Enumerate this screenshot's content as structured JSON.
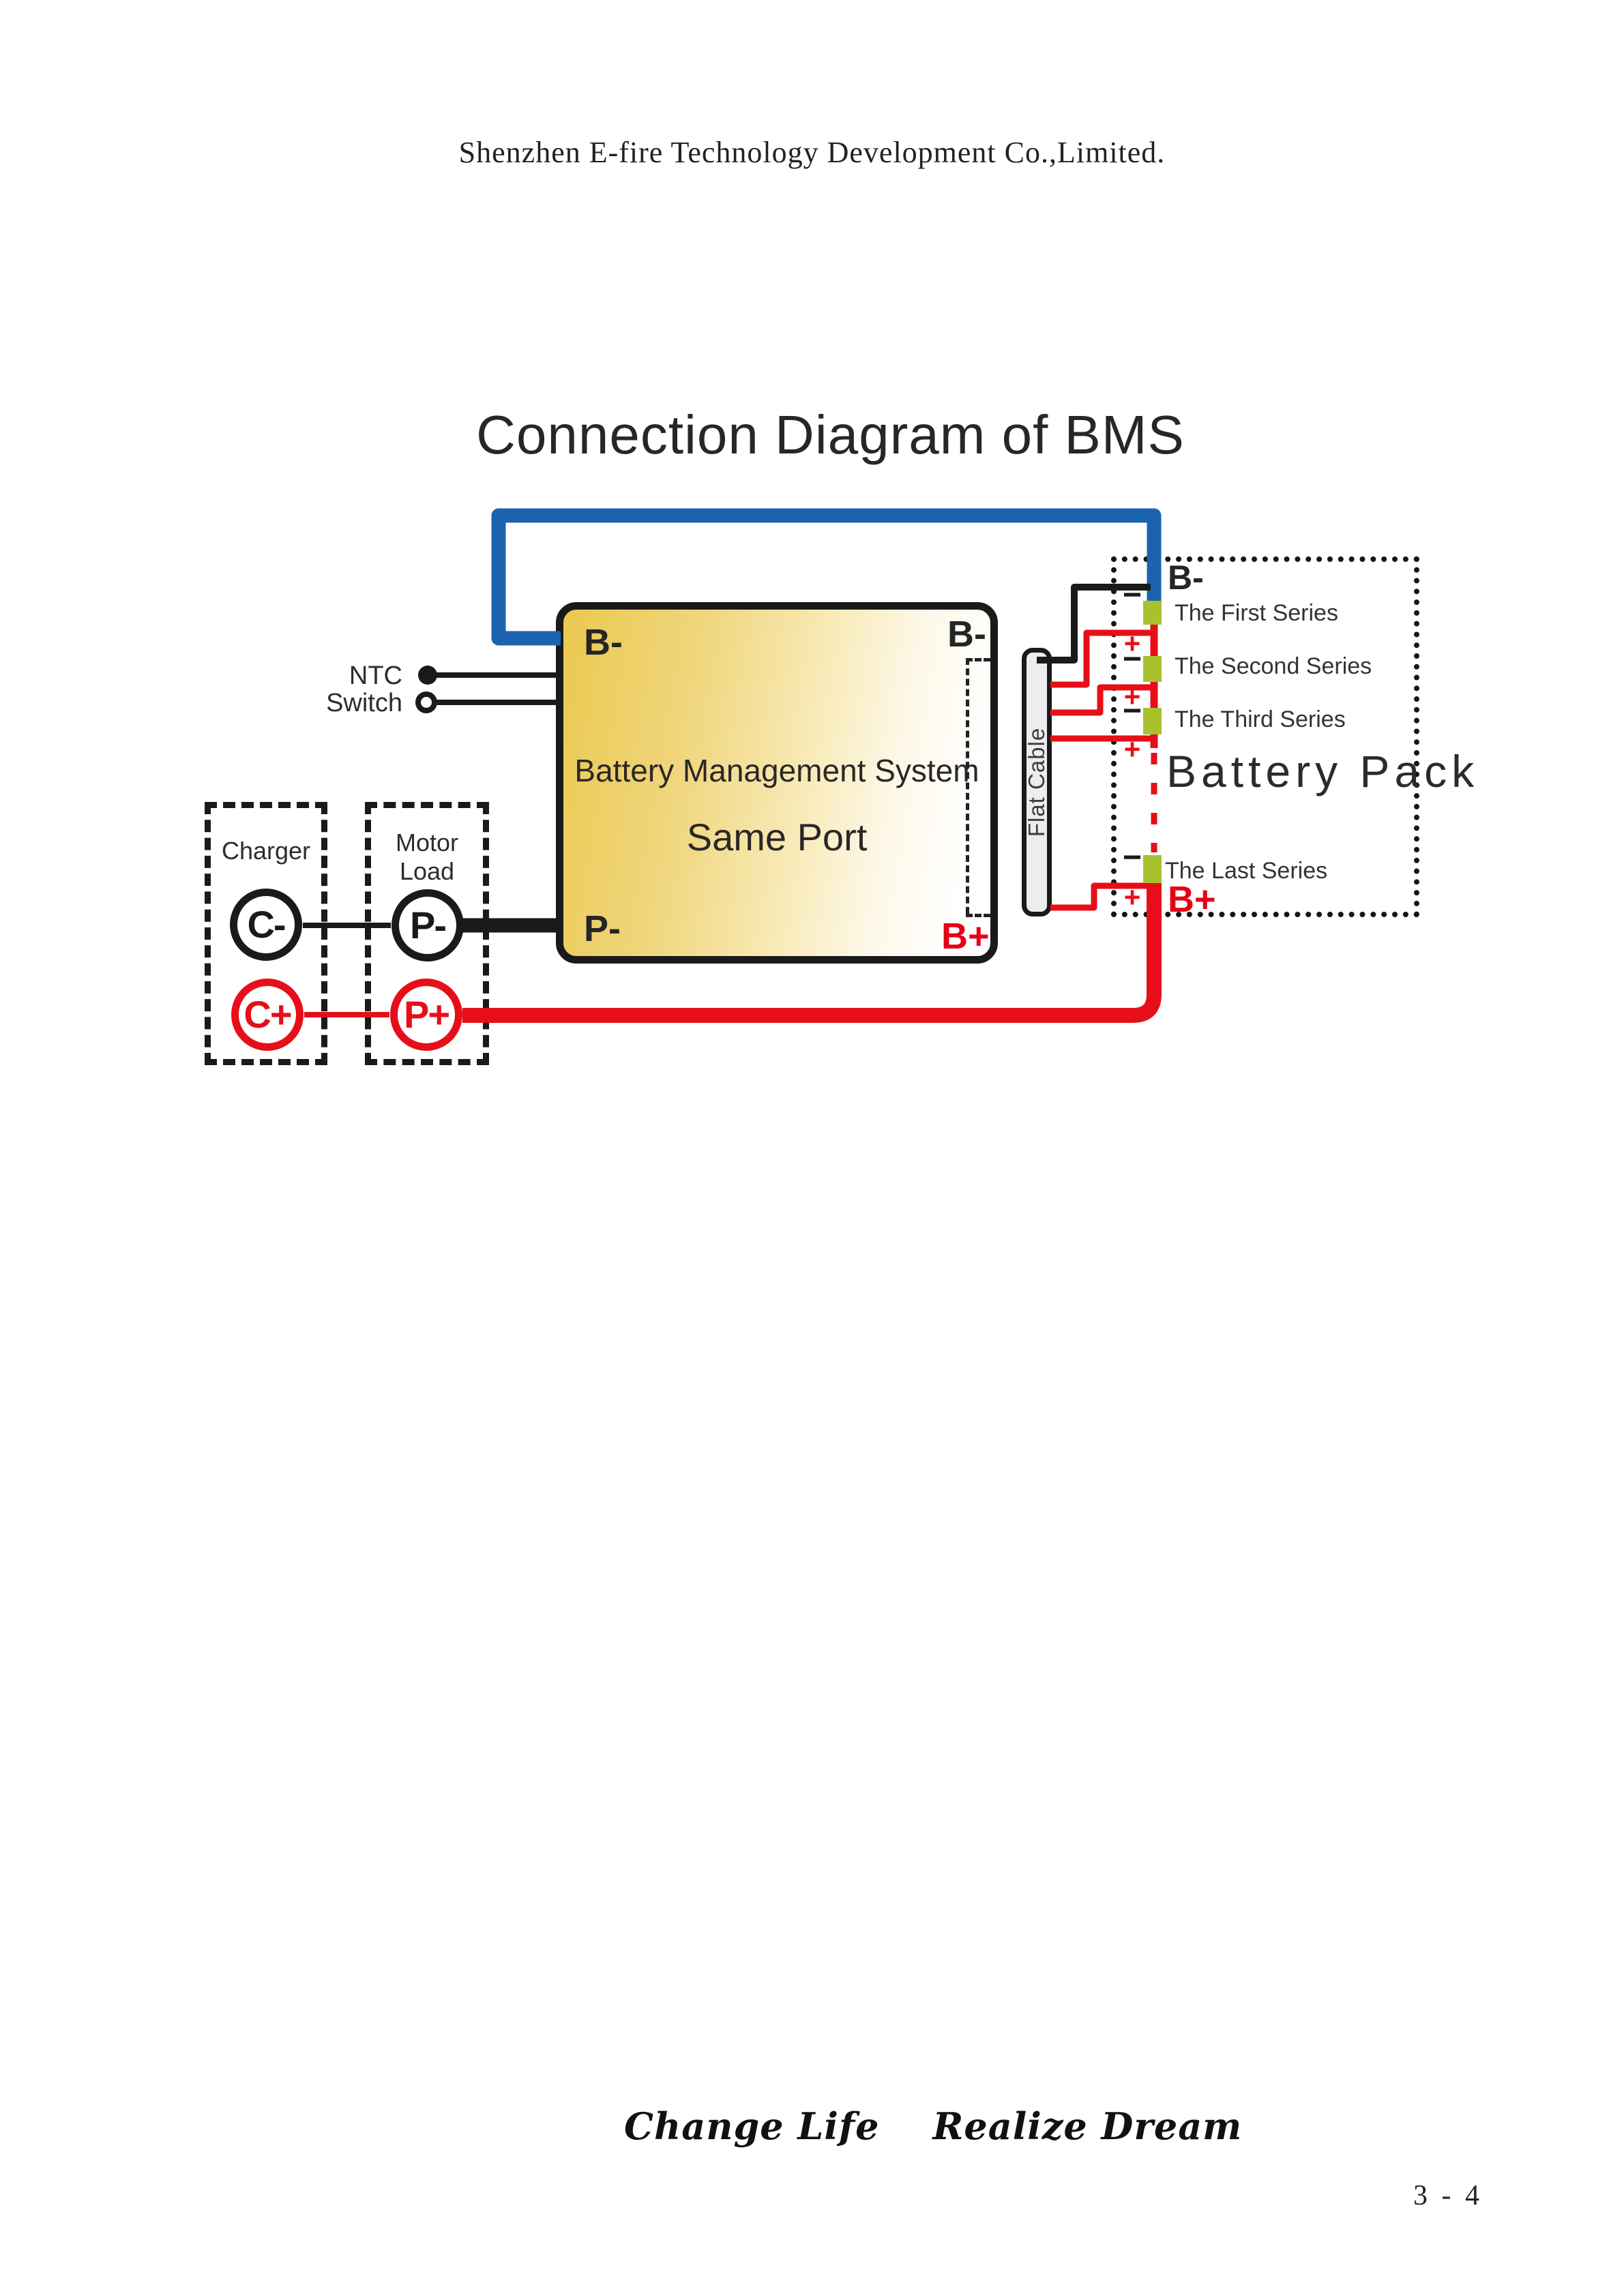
{
  "page": {
    "header": "Shenzhen E-fire Technology Development Co.,Limited.",
    "footer": {
      "slogan_left": "Change Life",
      "slogan_right": "Realize Dream",
      "page_number": "3 - 4"
    }
  },
  "diagram": {
    "title": "Connection Diagram of BMS",
    "bms": {
      "top_left_label": "B-",
      "top_right_label": "B-",
      "name": "Battery Management System",
      "mode": "Same Port",
      "bottom_left_label": "P-",
      "bottom_right_label": "B+"
    },
    "inputs": {
      "ntc_label": "NTC",
      "switch_label": "Switch"
    },
    "charger": {
      "title": "Charger",
      "negative_terminal": "C-",
      "positive_terminal": "C+"
    },
    "motor_load": {
      "title_line1": "Motor",
      "title_line2": "Load",
      "negative_terminal": "P-",
      "positive_terminal": "P+"
    },
    "flat_cable_label": "Flat Cable",
    "battery_pack": {
      "negative_label": "B-",
      "positive_label": "B+",
      "title": "Battery Pack",
      "series": [
        "The First Series",
        "The Second Series",
        "The Third Series",
        "The Last Series"
      ],
      "sign_minus": "−",
      "sign_plus": "+"
    },
    "colors": {
      "wire_blue": "#1b63af",
      "wire_red": "#e60f19",
      "wire_black": "#1a1a1a",
      "cell_green": "#a6c22f",
      "bms_fill_gold": "#eac94f",
      "accent_red_label": "#e60014"
    }
  }
}
